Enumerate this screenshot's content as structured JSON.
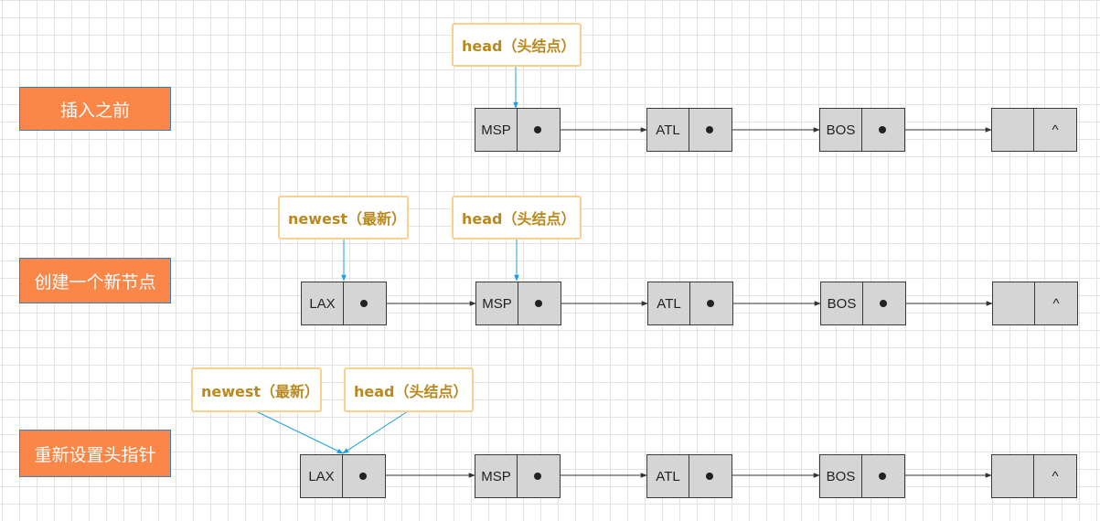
{
  "stages": [
    {
      "label": "插入之前",
      "pointers": [
        {
          "text": "head（头结点）",
          "role": "head"
        }
      ],
      "nodes": [
        {
          "value": "MSP",
          "next": "dot"
        },
        {
          "value": "ATL",
          "next": "dot"
        },
        {
          "value": "BOS",
          "next": "dot"
        },
        {
          "value": "",
          "next": "^"
        }
      ]
    },
    {
      "label": "创建一个新节点",
      "pointers": [
        {
          "text": "newest（最新）",
          "role": "newest"
        },
        {
          "text": "head（头结点）",
          "role": "head"
        }
      ],
      "nodes": [
        {
          "value": "LAX",
          "next": "dot"
        },
        {
          "value": "MSP",
          "next": "dot"
        },
        {
          "value": "ATL",
          "next": "dot"
        },
        {
          "value": "BOS",
          "next": "dot"
        },
        {
          "value": "",
          "next": "^"
        }
      ]
    },
    {
      "label": "重新设置头指针",
      "pointers": [
        {
          "text": "newest（最新）",
          "role": "newest"
        },
        {
          "text": "head（头结点）",
          "role": "head"
        }
      ],
      "nodes": [
        {
          "value": "LAX",
          "next": "dot"
        },
        {
          "value": "MSP",
          "next": "dot"
        },
        {
          "value": "ATL",
          "next": "dot"
        },
        {
          "value": "BOS",
          "next": "dot"
        },
        {
          "value": "",
          "next": "^"
        }
      ]
    }
  ],
  "colors": {
    "stage_fill": "#fa8648",
    "stage_border": "#3a7bb5",
    "pointer_border": "#f8d08f",
    "pointer_text": "#b9891f",
    "node_fill": "#d5d5d5",
    "link_arrow": "#333333",
    "pointer_arrow": "#1ba1e2"
  }
}
